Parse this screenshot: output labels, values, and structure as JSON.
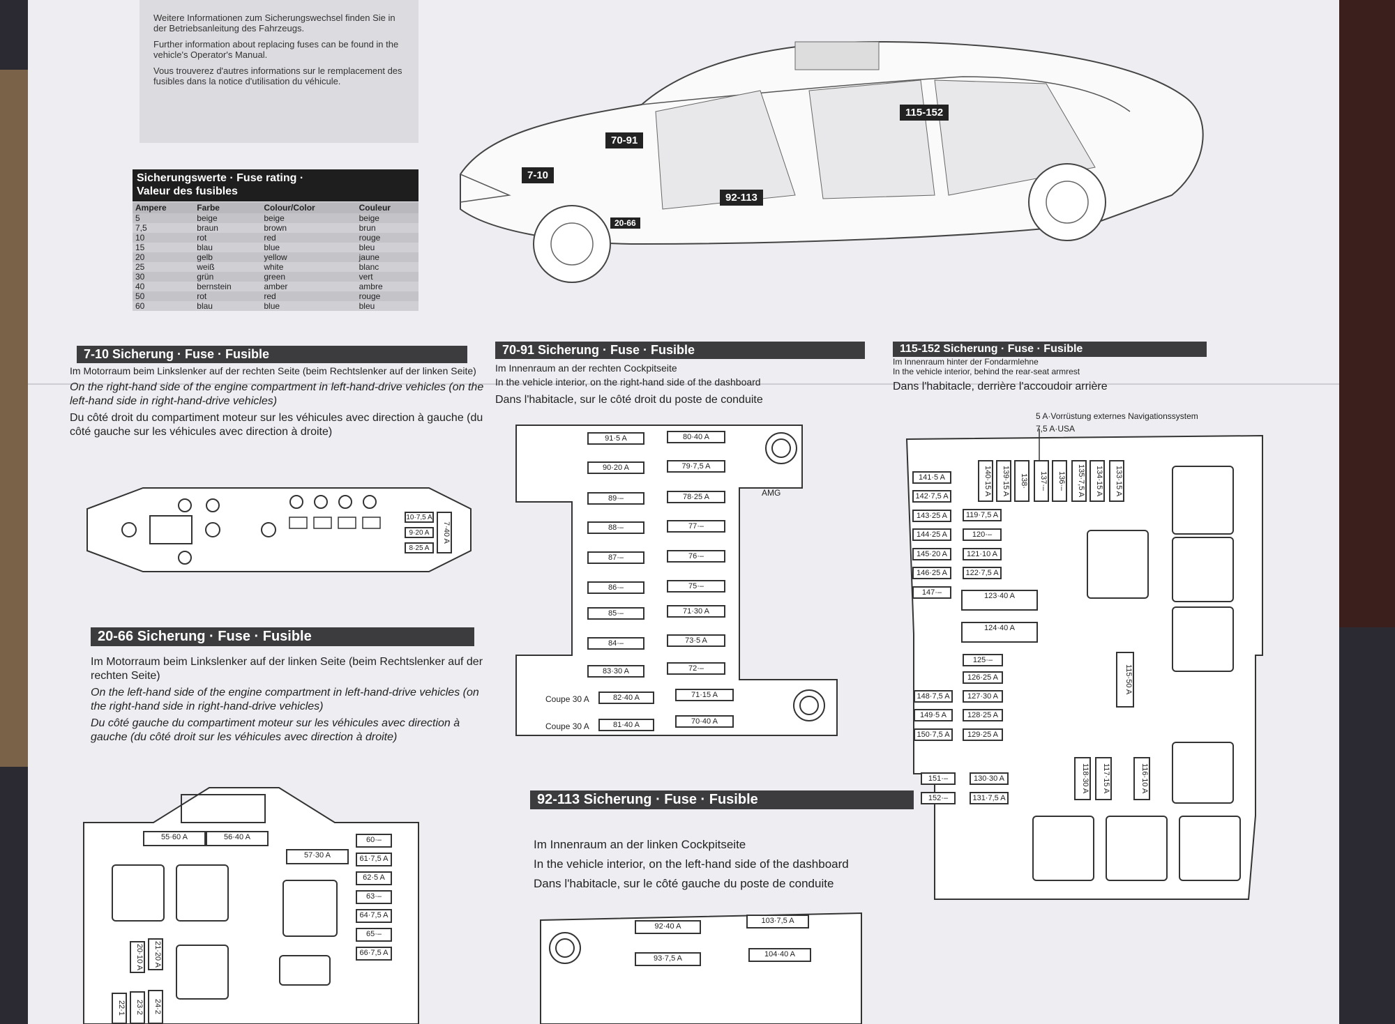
{
  "info": {
    "de": "Weitere Informationen zum Sicherungswechsel finden Sie in der Betriebsanleitung des Fahrzeugs.",
    "en": "Further information about replacing fuses can be found in the vehicle's Operator's Manual.",
    "fr": "Vous trouverez d'autres informations sur le remplacement des fusibles dans la notice d'utilisation du véhicule."
  },
  "rating": {
    "title_line1": "Sicherungswerte · Fuse rating ·",
    "title_line2": "Valeur des fusibles",
    "headers": [
      "Ampere",
      "Farbe",
      "Colour/Color",
      "Couleur"
    ],
    "rows": [
      [
        "5",
        "beige",
        "beige",
        "beige"
      ],
      [
        "7,5",
        "braun",
        "brown",
        "brun"
      ],
      [
        "10",
        "rot",
        "red",
        "rouge"
      ],
      [
        "15",
        "blau",
        "blue",
        "bleu"
      ],
      [
        "20",
        "gelb",
        "yellow",
        "jaune"
      ],
      [
        "25",
        "weiß",
        "white",
        "blanc"
      ],
      [
        "30",
        "grün",
        "green",
        "vert"
      ],
      [
        "40",
        "bernstein",
        "amber",
        "ambre"
      ],
      [
        "50",
        "rot",
        "red",
        "rouge"
      ],
      [
        "60",
        "blau",
        "blue",
        "bleu"
      ]
    ]
  },
  "car_labels": [
    "7-10",
    "70-91",
    "20-66",
    "92-113",
    "115-152"
  ],
  "sec_7_10": {
    "title": "7-10 Sicherung · Fuse · Fusible",
    "de": "Im Motorraum beim Linkslenker auf der rechten Seite (beim Rechtslenker auf der linken Seite)",
    "en": "On the right-hand side of the engine compartment in left-hand-drive vehicles (on the left-hand side in right-hand-drive vehicles)",
    "fr": "Du côté droit du compartiment moteur sur les véhicules avec direction à gauche (du côté gauche sur les véhicules avec direction à droite)",
    "fuses": [
      "10·7,5 A",
      "9·20 A",
      "8·25 A",
      "7·40 A"
    ]
  },
  "sec_20_66": {
    "title": "20-66 Sicherung · Fuse · Fusible",
    "de": "Im Motorraum beim Linkslenker auf der linken Seite (beim Rechtslenker auf der rechten Seite)",
    "en": "On the left-hand side of the engine compartment in left-hand-drive vehicles (on the right-hand side in right-hand-drive vehicles)",
    "fr": "Du côté gauche du compartiment moteur sur les véhicules avec direction à gauche (du côté droit sur les véhicules avec direction à droite)",
    "fuses": [
      "55·60 A",
      "56·40 A",
      "57·30 A",
      "60·–",
      "61·7,5 A",
      "62·5 A",
      "63·–",
      "64·7,5 A",
      "65·–",
      "66·7,5 A",
      "21·20 A",
      "20·10 A",
      "24·2",
      "23·2",
      "22·1"
    ]
  },
  "sec_70_91": {
    "title": "70-91 Sicherung · Fuse · Fusible",
    "de": "Im Innenraum an der rechten Cockpitseite",
    "en": "In the vehicle interior, on the right-hand side of the dashboard",
    "fr": "Dans l'habitacle, sur le côté droit du poste de conduite",
    "left": [
      "91·5 A",
      "90·20 A",
      "89·–",
      "88·–",
      "87·–",
      "86·–",
      "85·–",
      "84·–",
      "83·30 A",
      "82·40 A",
      "81·40 A"
    ],
    "right": [
      "80·40 A",
      "79·7,5 A",
      "78·25 A",
      "77·–",
      "76·–",
      "75·–",
      "71·30 A",
      "73·5 A",
      "72·–",
      "71·15 A",
      "70·40 A"
    ],
    "amg": "AMG",
    "coupe1": "Coupe 30 A",
    "coupe2": "Coupe 30 A"
  },
  "sec_92_113": {
    "title": "92-113 Sicherung · Fuse · Fusible",
    "de": "Im Innenraum an der linken Cockpitseite",
    "en": "In the vehicle interior, on the left-hand side of the dashboard",
    "fr": "Dans l'habitacle, sur le côté gauche du poste de conduite",
    "fuses": [
      "92·40 A",
      "103·7,5 A",
      "93·7,5 A",
      "104·40 A"
    ]
  },
  "sec_115_152": {
    "title": "115-152 Sicherung · Fuse · Fusible",
    "de": "Im Innenraum hinter der Fondarmlehne",
    "en": "In the vehicle interior, behind the rear-seat armrest",
    "fr": "Dans l'habitacle, derrière l'accoudoir arrière",
    "note1": "5 A·Vorrüstung externes Navigationssystem",
    "note2": "7,5 A·USA",
    "top_vertical": [
      "140·15 A",
      "139·15 A",
      "138·",
      "137·–",
      "136·–",
      "135·7,5 A",
      "134·15 A",
      "133·15 A"
    ],
    "left_col": [
      "141·5 A",
      "142·7,5 A",
      "143·25 A",
      "144·25 A",
      "145·20 A",
      "146·25 A",
      "147·–"
    ],
    "mid_col": [
      "119·7,5 A",
      "120·–",
      "121·10 A",
      "122·7,5 A"
    ],
    "big": [
      "123·40 A",
      "124·40 A"
    ],
    "mid_lower": [
      "125·–",
      "126·25 A",
      "127·30 A",
      "128·25 A",
      "129·25 A"
    ],
    "left_lower": [
      "148·7,5 A",
      "149·5 A",
      "150·7,5 A"
    ],
    "side": "115·50 A",
    "bottom_left": [
      "151·–",
      "152·–"
    ],
    "bottom_mid": [
      "130·30 A",
      "131·7,5 A"
    ],
    "bottom_vertical": [
      "118·30 A",
      "117·15 A",
      "116·10 A"
    ]
  }
}
